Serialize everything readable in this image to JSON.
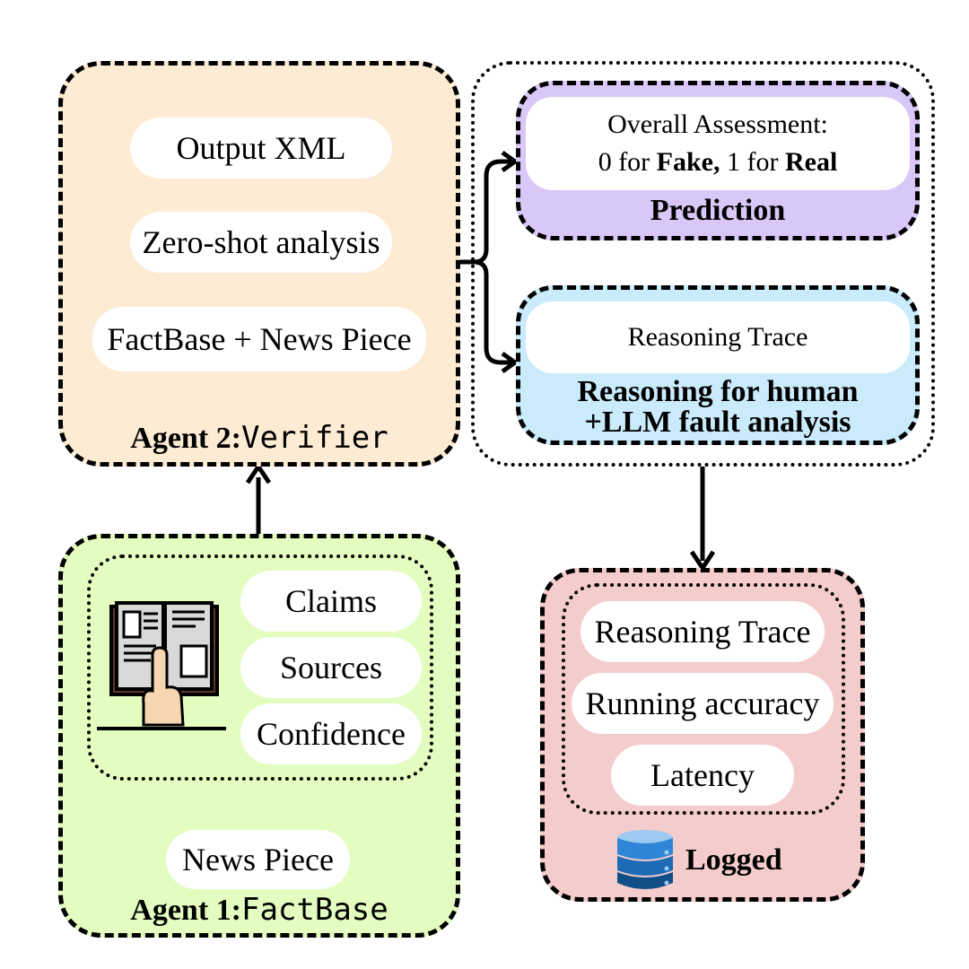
{
  "agent2": {
    "title_bold": "Agent 2:",
    "title_mono": "Verifier",
    "steps": [
      "Output XML",
      "Zero-shot analysis",
      "FactBase + News Piece"
    ],
    "color": "#fdebd3"
  },
  "agent1": {
    "title_bold": "Agent 1:",
    "title_mono": "FactBase",
    "items": [
      "Claims",
      "Sources",
      "Confidence"
    ],
    "input": "News Piece",
    "color": "#e2fdbf"
  },
  "prediction": {
    "line1": "Overall Assessment:",
    "line2_a": "0 for ",
    "line2_b": "Fake,",
    "line2_c": " 1 for ",
    "line2_d": "Real",
    "title": "Prediction",
    "color": "#d9c7f7"
  },
  "reasoning": {
    "inner": "Reasoning Trace",
    "title_line1": "Reasoning for human",
    "title_line2": "+LLM fault analysis",
    "color": "#c9ebfb"
  },
  "logged": {
    "items": [
      "Reasoning Trace",
      "Running accuracy",
      "Latency"
    ],
    "label": "Logged",
    "color": "#f5cccc"
  },
  "icons": {
    "book": "book-reading-icon",
    "database": "database-icon"
  }
}
